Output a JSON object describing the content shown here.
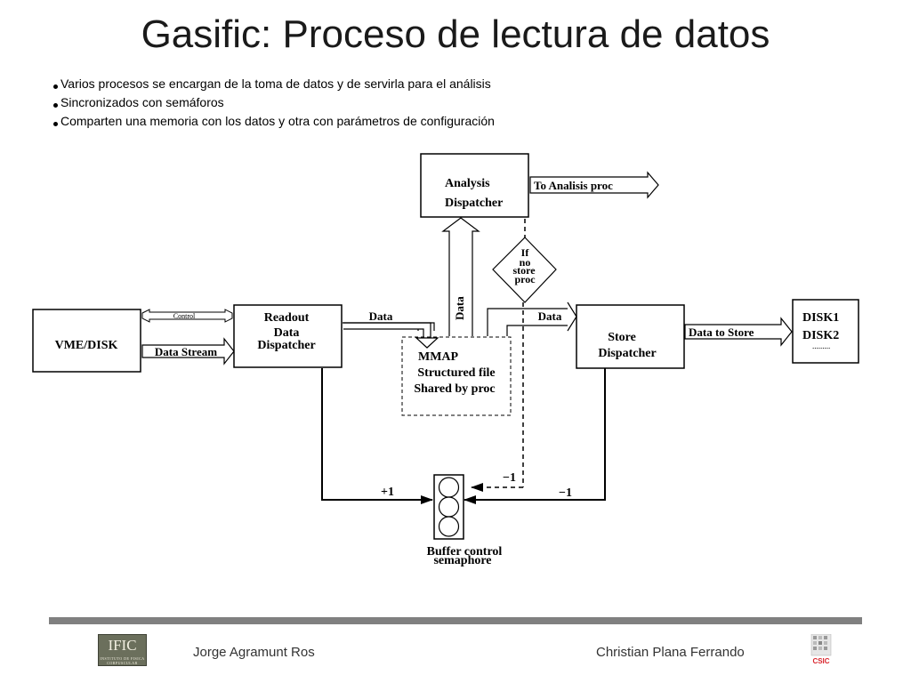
{
  "slide": {
    "title": "Gasific: Proceso de lectura de datos",
    "bullets": [
      "Varios procesos se encargan de la toma de datos y de servirla para el análisis",
      "Sincronizados con semáforos",
      "Comparten una memoria con los datos y otra con parámetros de configuración"
    ]
  },
  "diagram": {
    "vme": "VME/DISK",
    "control": "Control",
    "data_stream": "Data Stream",
    "readout": [
      "Readout",
      "Data",
      "Dispatcher"
    ],
    "data_label": "Data",
    "analysis": [
      "Analysis",
      "Dispatcher"
    ],
    "to_analisis": "To Analisis proc",
    "data_vertical": "Data",
    "decision": [
      "If",
      "no",
      "store",
      "proc"
    ],
    "mmap": [
      "MMAP",
      "Structured file",
      "Shared by proc"
    ],
    "store": [
      "Store",
      "Dispatcher"
    ],
    "data_to_store": "Data to Store",
    "disks": [
      "DISK1",
      "DISK2",
      "........."
    ],
    "plus_one": "+1",
    "minus_one_a": "−1",
    "minus_one_b": "−1",
    "buffer": [
      "Buffer control",
      "semaphore"
    ]
  },
  "footer": {
    "logo_left": "IFIC",
    "logo_left_sub": "INSTITUTO DE FISICA CORPUSCULAR",
    "author_left": "Jorge Agramunt Ros",
    "author_right": "Christian Plana Ferrando",
    "logo_right": "CSIC"
  },
  "colors": {
    "footer_bar": "#808080",
    "csic_red": "#d9262e"
  }
}
